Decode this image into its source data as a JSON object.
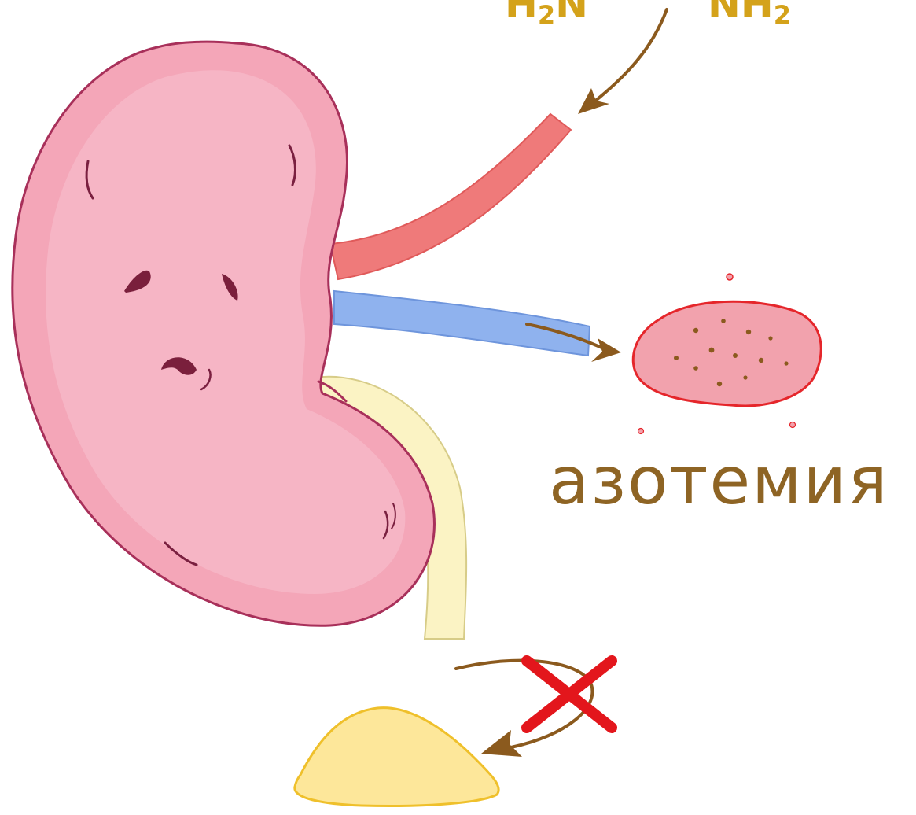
{
  "formula": {
    "left_main": "H",
    "left_sub": "2",
    "left_tail": "N",
    "right_main": "NH",
    "right_sub": "2"
  },
  "caption": "азотемия",
  "colors": {
    "kidney_fill": "#f4a6b8",
    "kidney_outline": "#a8305a",
    "artery": "#ef7a7a",
    "vein": "#8fb2ee",
    "ureter": "#fbf3c4",
    "arrow": "#8b5a1e",
    "blood_clot_fill": "#f2a2ad",
    "blood_clot_outline": "#e5262b",
    "urine_fill": "#fde79a",
    "urine_outline": "#efc02b",
    "cross": "#e3161c",
    "formula_text": "#d4a21a",
    "caption_text": "#8e6424"
  },
  "icons": {
    "kidney": "sad-kidney-icon",
    "blocked": "cross-icon"
  }
}
